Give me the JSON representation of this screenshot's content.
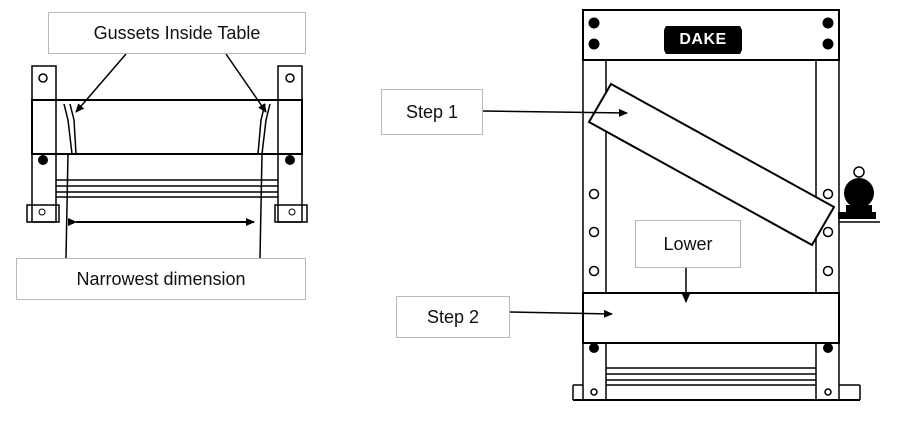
{
  "labels": {
    "gussets": "Gussets Inside Table",
    "narrowest": "Narrowest dimension",
    "step1": "Step 1",
    "step2": "Step 2",
    "lower": "Lower"
  },
  "logo": {
    "text": "DAKE"
  }
}
